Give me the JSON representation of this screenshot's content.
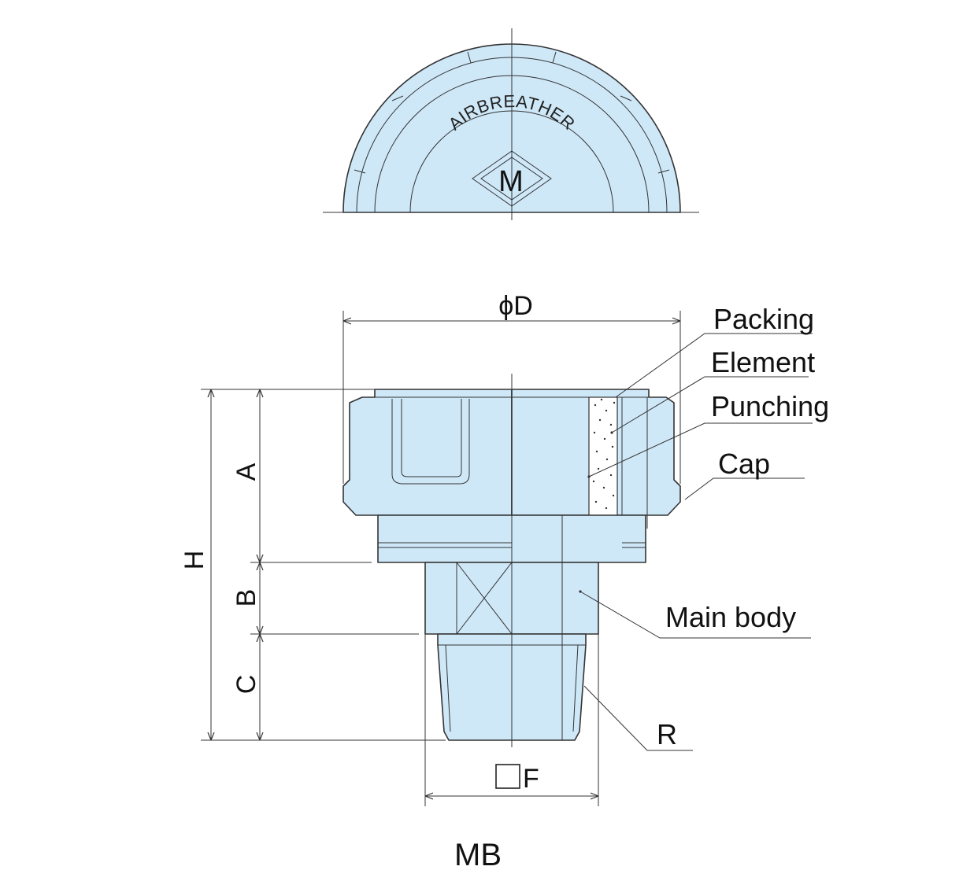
{
  "top_view": {
    "arc_text": "AIRBREATHER",
    "logo_letter": "M"
  },
  "labels": {
    "packing": "Packing",
    "element": "Element",
    "punching": "Punching",
    "cap": "Cap",
    "main_body": "Main body",
    "r": "R"
  },
  "dimensions": {
    "d": "ϕD",
    "h": "H",
    "a": "A",
    "b": "B",
    "c": "C",
    "f": "F"
  },
  "model": "MB",
  "colors": {
    "fill": "#cfe8f8",
    "line": "#333333"
  }
}
